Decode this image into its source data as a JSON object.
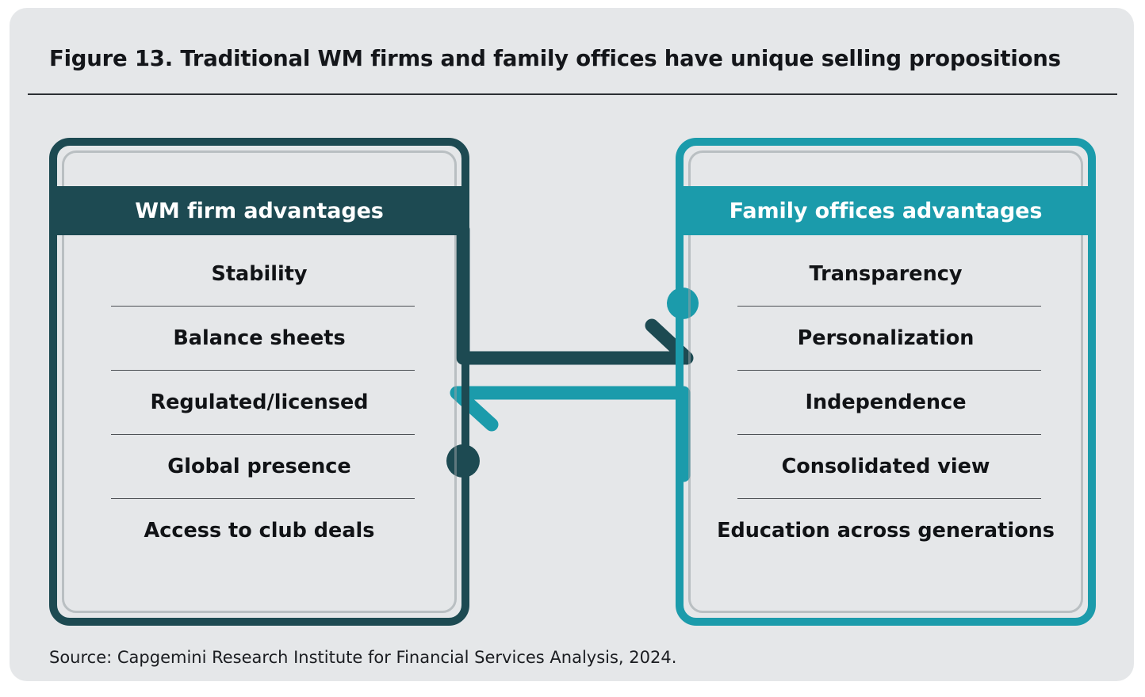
{
  "figure": {
    "title": "Figure 13. Traditional WM firms and family offices have unique selling propositions",
    "source": "Source: Capgemini Research Institute for Financial Services Analysis, 2024."
  },
  "colors": {
    "page_background": "#e5e7e9",
    "dark_teal": "#1d4a52",
    "accent_teal": "#1b9bab",
    "title_text": "#14161a",
    "item_text": "#111316",
    "divider": "#4c5054"
  },
  "panels": {
    "left": {
      "header": "WM firm advantages",
      "items": [
        "Stability",
        "Balance sheets",
        "Regulated/licensed",
        "Global presence",
        "Access to club deals"
      ]
    },
    "right": {
      "header": "Family offices advantages",
      "items": [
        "Transparency",
        "Personalization",
        "Independence",
        "Consolidated view",
        "Education across generations"
      ]
    }
  },
  "connectors": [
    {
      "name": "wm-to-family-arrow",
      "from": "left-panel",
      "to": "family-offices-node",
      "color": "#1d4a52",
      "direction": "right"
    },
    {
      "name": "family-to-wm-arrow",
      "from": "right-panel",
      "to": "wm-firm-node",
      "color": "#1b9bab",
      "direction": "left"
    }
  ]
}
